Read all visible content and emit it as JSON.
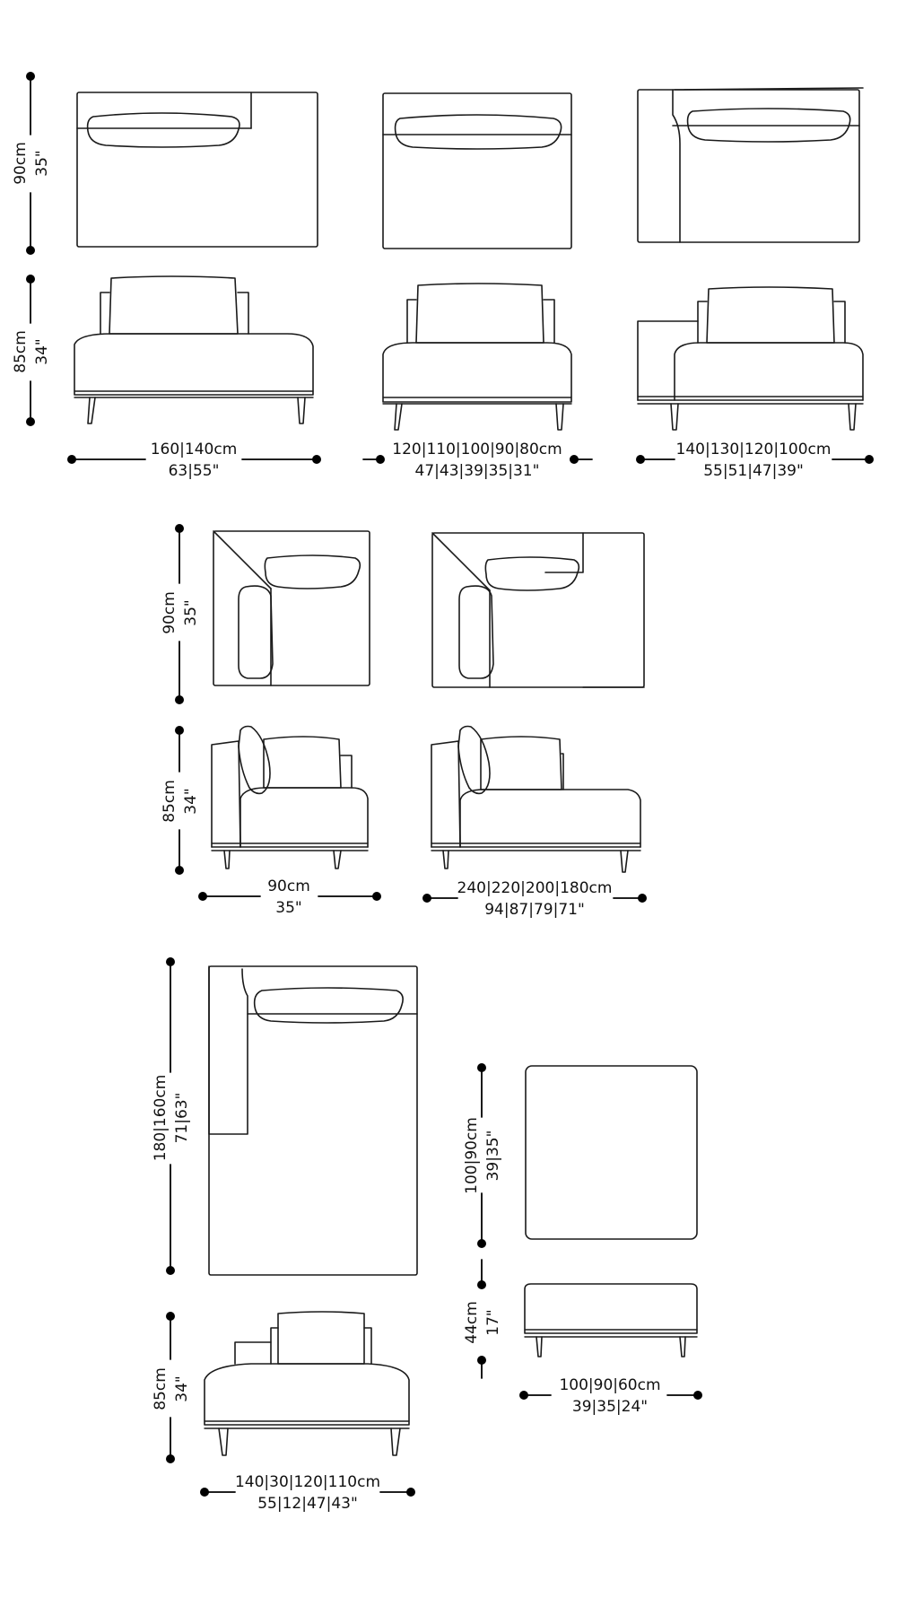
{
  "modules": {
    "armless_left": {
      "height_top": "90cm",
      "height_top_in": "35\"",
      "height_side": "85cm",
      "height_side_in": "34\"",
      "width": "160|140cm",
      "width_in": "63|55\""
    },
    "armless_single": {
      "width": "120|110|100|90|80cm",
      "width_in": "47|43|39|35|31\""
    },
    "arm_right": {
      "width": "140|130|120|100cm",
      "width_in": "55|51|47|39\""
    },
    "corner": {
      "height_top": "90cm",
      "height_top_in": "35\"",
      "height_side": "85cm",
      "height_side_in": "34\"",
      "width": "90cm",
      "width_in": "35\""
    },
    "corner_extended": {
      "width": "240|220|200|180cm",
      "width_in": "94|87|79|71\""
    },
    "chaise": {
      "depth": "180|160cm",
      "depth_in": "71|63\"",
      "height_side": "85cm",
      "height_side_in": "34\"",
      "width": "140|30|120|110cm",
      "width_in": "55|12|47|43\""
    },
    "ottoman": {
      "depth": "100|90cm",
      "depth_in": "39|35\"",
      "height": "44cm",
      "height_in": "17\"",
      "width": "100|90|60cm",
      "width_in": "39|35|24\""
    }
  }
}
